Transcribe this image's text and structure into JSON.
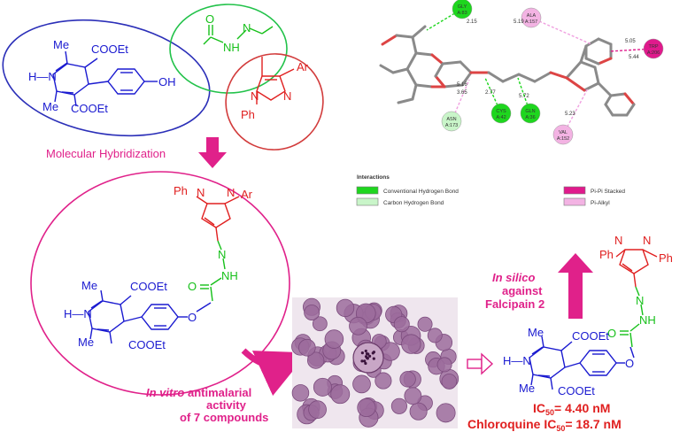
{
  "colors": {
    "blue_ellipse": "#2b2fb8",
    "green_ellipse": "#22c24a",
    "red_ellipse": "#d23c3c",
    "pink": "#e0218a",
    "pyrazole_red": "#e02020",
    "hydrazone_green": "#16c01a",
    "dhp_blue": "#1a1ad0"
  },
  "lead_dhp": {
    "me_top": "Me",
    "me_bottom": "Me",
    "cooet_top": "COOEt",
    "cooet_bottom": "COOEt",
    "nh": "H—N",
    "oh": "OH"
  },
  "lead_hydrazone": {
    "o": "O",
    "nh": "NH",
    "n": "N"
  },
  "lead_pyrazole": {
    "ar": "Ar",
    "ph": "Ph",
    "n1": "N",
    "n2": "N"
  },
  "arrow_text": "Molecular Hybridization",
  "hybrid": {
    "ph": "Ph",
    "ar": "Ar",
    "n1": "N",
    "n2": "N",
    "hz_n": "N",
    "hz_nh": "NH",
    "o": "O",
    "me_top": "Me",
    "me_bottom": "Me",
    "cooet_top": "COOEt",
    "cooet_bottom": "COOEt",
    "nh": "H—N",
    "ether_o": "O"
  },
  "in_vitro": {
    "italic": "In vitro",
    "rest": "antimalarial",
    "line2": "activity",
    "line3": "of 7 compounds"
  },
  "in_silico": {
    "italic": "In silico",
    "line2": "against",
    "line3": "Falcipain 2"
  },
  "best": {
    "ph1": "Ph",
    "ph2": "Ph",
    "n1": "N",
    "n2": "N",
    "hz_n": "N",
    "hz_nh": "NH",
    "o": "O",
    "me_top": "Me",
    "me_bottom": "Me",
    "cooet_top": "COOEt",
    "cooet_bottom": "COOEt",
    "nh": "H—N",
    "ether_o": "O",
    "ic50_label": "IC",
    "ic50_sub": "50",
    "ic50_value": "= 4.40 nM",
    "chloro_label": "Chloroquine IC",
    "chloro_sub": "50",
    "chloro_value": "= 18.7 nM"
  },
  "docking": {
    "residues": [
      {
        "name": "GLY",
        "num": "A:83",
        "kind": "conv"
      },
      {
        "name": "ALA",
        "num": "A:157",
        "kind": "alkyl"
      },
      {
        "name": "TRP",
        "num": "A:206",
        "kind": "stack"
      },
      {
        "name": "ASN",
        "num": "A:173",
        "kind": "carbon"
      },
      {
        "name": "CYS",
        "num": "A:42",
        "kind": "conv"
      },
      {
        "name": "GLN",
        "num": "A:36",
        "kind": "conv"
      },
      {
        "name": "VAL",
        "num": "A:152",
        "kind": "alkyl"
      }
    ],
    "distances": [
      "2.15",
      "5.19",
      "5.05",
      "5.44",
      "5.16",
      "3.65",
      "2.77",
      "5.72",
      "5.23"
    ],
    "legend_title": "Interactions",
    "legend": [
      {
        "label": "Conventional Hydrogen Bond",
        "color": "#1ed61e"
      },
      {
        "label": "Carbon Hydrogen Bond",
        "color": "#c9f5c9"
      },
      {
        "label": "Pi-Pi Stacked",
        "color": "#e01a8c"
      },
      {
        "label": "Pi-Alkyl",
        "color": "#f3b3e3"
      }
    ]
  }
}
